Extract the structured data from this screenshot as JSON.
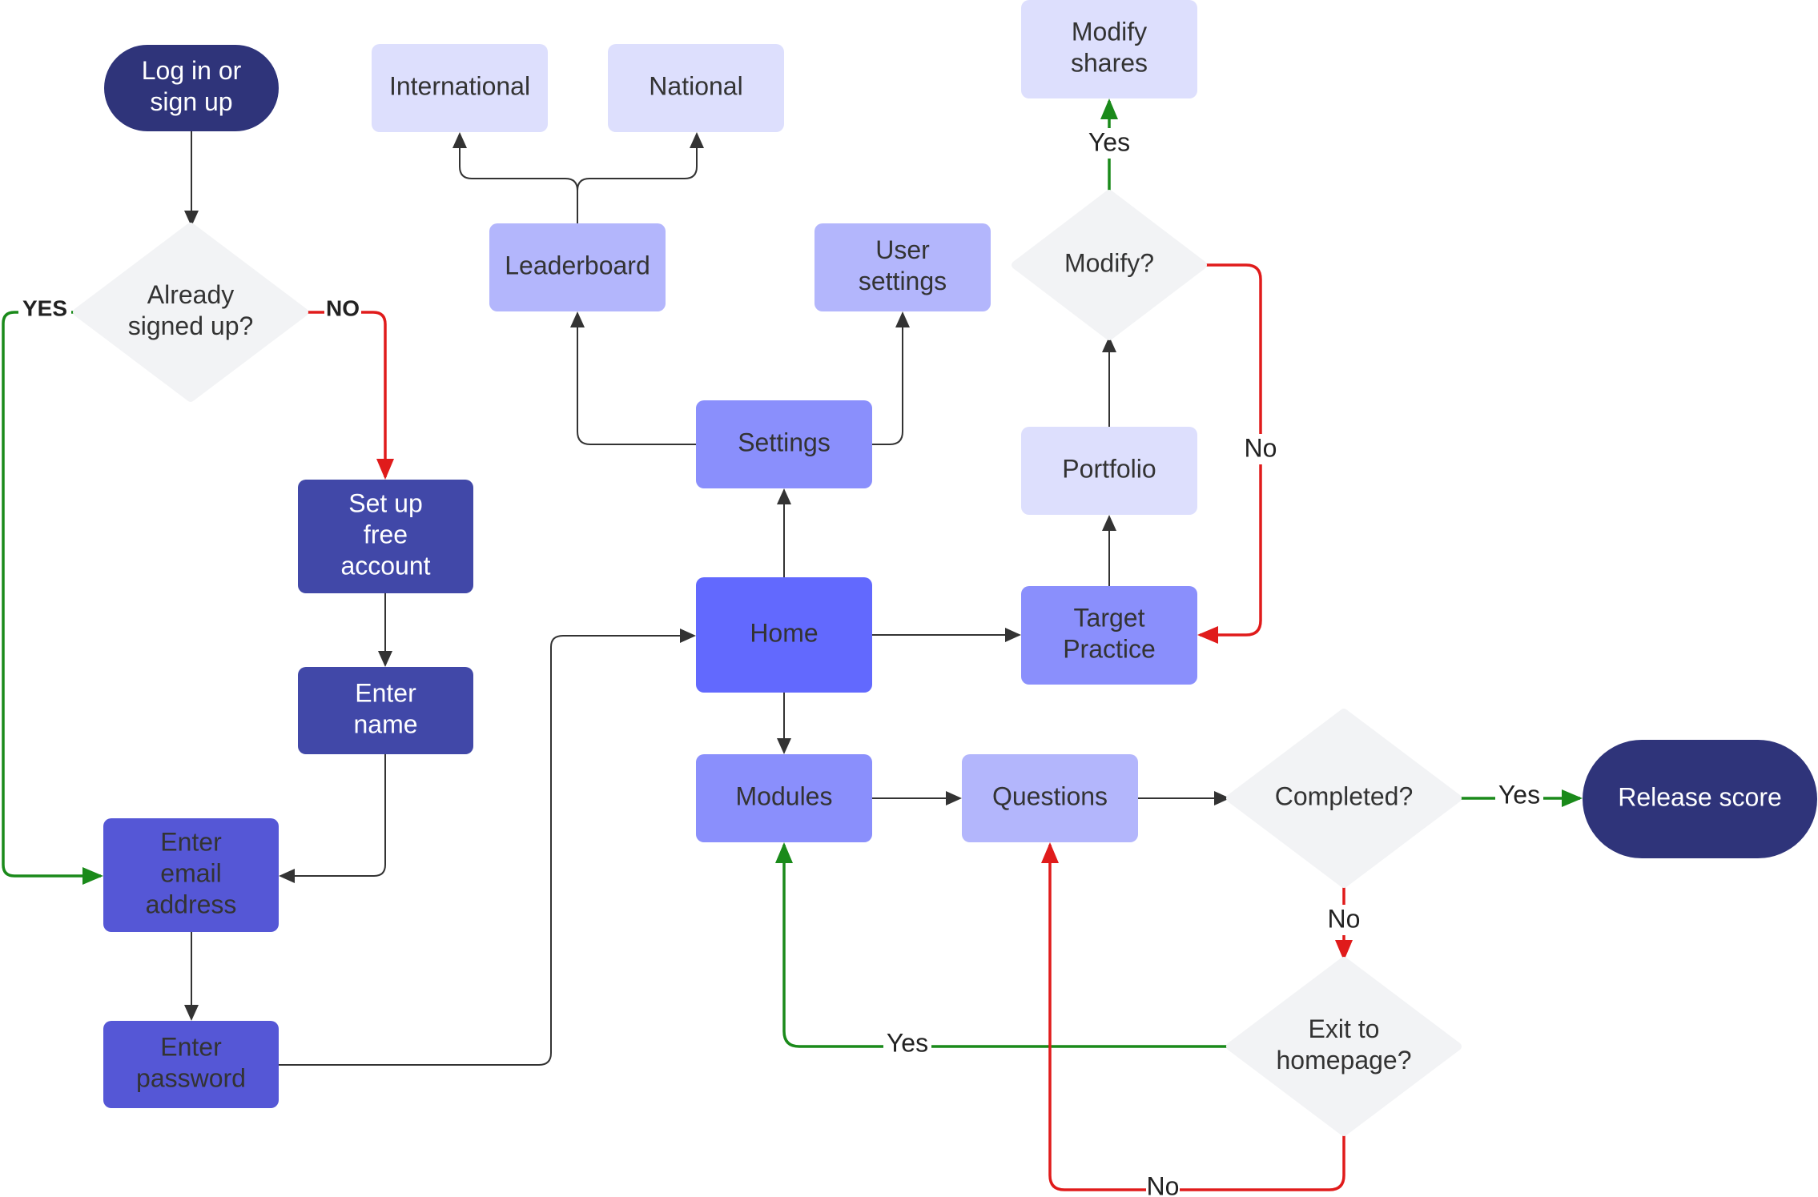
{
  "diagram": {
    "nodes": [
      {
        "id": "login",
        "shape": "terminal",
        "lines": [
          "Log in or",
          "sign up"
        ],
        "fill": "#2f347a",
        "text_color": "#ffffff"
      },
      {
        "id": "signed_up",
        "shape": "decision",
        "lines": [
          "Already",
          "signed up?"
        ],
        "fill": "#f2f3f5",
        "text_color": "#333333"
      },
      {
        "id": "setup",
        "shape": "process",
        "lines": [
          "Set up",
          "free",
          "account"
        ],
        "fill": "#4148a8",
        "text_color": "#ffffff"
      },
      {
        "id": "name",
        "shape": "process",
        "lines": [
          "Enter",
          "name"
        ],
        "fill": "#4148a8",
        "text_color": "#ffffff"
      },
      {
        "id": "email",
        "shape": "process",
        "lines": [
          "Enter",
          "email",
          "address"
        ],
        "fill": "#5557d6",
        "text_color": "#333333"
      },
      {
        "id": "password",
        "shape": "process",
        "lines": [
          "Enter",
          "password"
        ],
        "fill": "#5557d6",
        "text_color": "#333333"
      },
      {
        "id": "home",
        "shape": "process",
        "lines": [
          "Home"
        ],
        "fill": "#6269fe",
        "text_color": "#333333"
      },
      {
        "id": "settings",
        "shape": "process",
        "lines": [
          "Settings"
        ],
        "fill": "#8a8ffc",
        "text_color": "#333333"
      },
      {
        "id": "leaderboard",
        "shape": "process",
        "lines": [
          "Leaderboard"
        ],
        "fill": "#b3b6fc",
        "text_color": "#333333"
      },
      {
        "id": "user_settings",
        "shape": "process",
        "lines": [
          "User",
          "settings"
        ],
        "fill": "#b3b6fc",
        "text_color": "#333333"
      },
      {
        "id": "international",
        "shape": "process",
        "lines": [
          "International"
        ],
        "fill": "#dddffd",
        "text_color": "#333333"
      },
      {
        "id": "national",
        "shape": "process",
        "lines": [
          "National"
        ],
        "fill": "#dddffd",
        "text_color": "#333333"
      },
      {
        "id": "target",
        "shape": "process",
        "lines": [
          "Target",
          "Practice"
        ],
        "fill": "#8a8ffc",
        "text_color": "#333333"
      },
      {
        "id": "portfolio",
        "shape": "process",
        "lines": [
          "Portfolio"
        ],
        "fill": "#dddffd",
        "text_color": "#333333"
      },
      {
        "id": "modify",
        "shape": "decision",
        "lines": [
          "Modify?"
        ],
        "fill": "#f2f3f5",
        "text_color": "#333333"
      },
      {
        "id": "modify_shares",
        "shape": "process",
        "lines": [
          "Modify",
          "shares"
        ],
        "fill": "#dddffd",
        "text_color": "#333333"
      },
      {
        "id": "modules",
        "shape": "process",
        "lines": [
          "Modules"
        ],
        "fill": "#8a8ffc",
        "text_color": "#333333"
      },
      {
        "id": "questions",
        "shape": "process",
        "lines": [
          "Questions"
        ],
        "fill": "#b3b6fc",
        "text_color": "#333333"
      },
      {
        "id": "completed",
        "shape": "decision",
        "lines": [
          "Completed?"
        ],
        "fill": "#f2f3f5",
        "text_color": "#333333"
      },
      {
        "id": "release",
        "shape": "terminal",
        "lines": [
          "Release score"
        ],
        "fill": "#2f347a",
        "text_color": "#ffffff"
      },
      {
        "id": "exit_home",
        "shape": "decision",
        "lines": [
          "Exit to",
          "homepage?"
        ],
        "fill": "#f2f3f5",
        "text_color": "#333333"
      }
    ],
    "edges": [
      {
        "id": "login-signed",
        "color": "#333333",
        "label": ""
      },
      {
        "id": "signed-email-yes",
        "color": "#1a8a1a",
        "label": "YES",
        "bold": true
      },
      {
        "id": "signed-setup-no",
        "color": "#e01b1b",
        "label": "NO",
        "bold": true
      },
      {
        "id": "setup-name",
        "color": "#333333",
        "label": ""
      },
      {
        "id": "name-email",
        "color": "#333333",
        "label": ""
      },
      {
        "id": "email-password",
        "color": "#333333",
        "label": ""
      },
      {
        "id": "password-home",
        "color": "#333333",
        "label": ""
      },
      {
        "id": "home-settings",
        "color": "#333333",
        "label": ""
      },
      {
        "id": "settings-leaderboard",
        "color": "#333333",
        "label": ""
      },
      {
        "id": "settings-usersettings",
        "color": "#333333",
        "label": ""
      },
      {
        "id": "leaderboard-international",
        "color": "#333333",
        "label": ""
      },
      {
        "id": "leaderboard-national",
        "color": "#333333",
        "label": ""
      },
      {
        "id": "home-target",
        "color": "#333333",
        "label": ""
      },
      {
        "id": "target-portfolio",
        "color": "#333333",
        "label": ""
      },
      {
        "id": "portfolio-modify",
        "color": "#333333",
        "label": ""
      },
      {
        "id": "modify-shares-yes",
        "color": "#1a8a1a",
        "label": "Yes"
      },
      {
        "id": "modify-target-no",
        "color": "#e01b1b",
        "label": "No"
      },
      {
        "id": "home-modules",
        "color": "#333333",
        "label": ""
      },
      {
        "id": "modules-questions",
        "color": "#333333",
        "label": ""
      },
      {
        "id": "questions-completed",
        "color": "#333333",
        "label": ""
      },
      {
        "id": "completed-release-yes",
        "color": "#1a8a1a",
        "label": "Yes"
      },
      {
        "id": "completed-exit-no",
        "color": "#e01b1b",
        "label": "No"
      },
      {
        "id": "exit-modules-yes",
        "color": "#1a8a1a",
        "label": "Yes"
      },
      {
        "id": "exit-questions-no",
        "color": "#e01b1b",
        "label": "No"
      }
    ]
  }
}
